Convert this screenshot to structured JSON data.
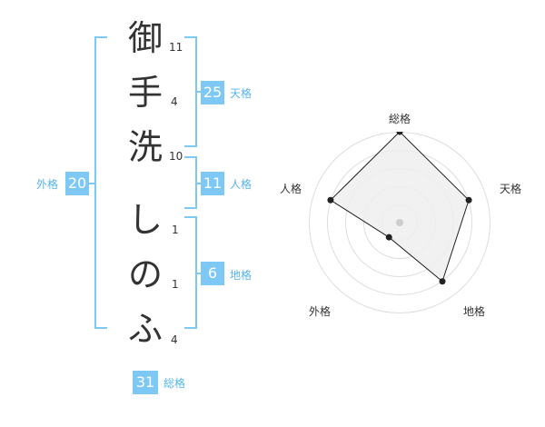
{
  "name_characters": [
    {
      "char": "御",
      "strokes": "11"
    },
    {
      "char": "手",
      "strokes": "4"
    },
    {
      "char": "洗",
      "strokes": "10"
    },
    {
      "char": "し",
      "strokes": "1"
    },
    {
      "char": "の",
      "strokes": "1"
    },
    {
      "char": "ふ",
      "strokes": "4"
    }
  ],
  "fortune": {
    "tenkaku": {
      "value": "25",
      "label": "天格"
    },
    "jinkaku": {
      "value": "11",
      "label": "人格"
    },
    "chikaku": {
      "value": "6",
      "label": "地格"
    },
    "gaikaku": {
      "value": "20",
      "label": "外格"
    },
    "soukaku": {
      "value": "31",
      "label": "総格"
    }
  },
  "radar": {
    "axes": [
      "総格",
      "天格",
      "地格",
      "外格",
      "人格"
    ],
    "levels": 5,
    "values": [
      5,
      4,
      4,
      1,
      4
    ],
    "max": 5,
    "colors": {
      "grid": "#dddddd",
      "fill": "#eeeeee",
      "line": "#222222",
      "center": "#cccccc"
    }
  },
  "colors": {
    "accent": "#7ec8f5",
    "accent_text": "#55b4ee"
  }
}
